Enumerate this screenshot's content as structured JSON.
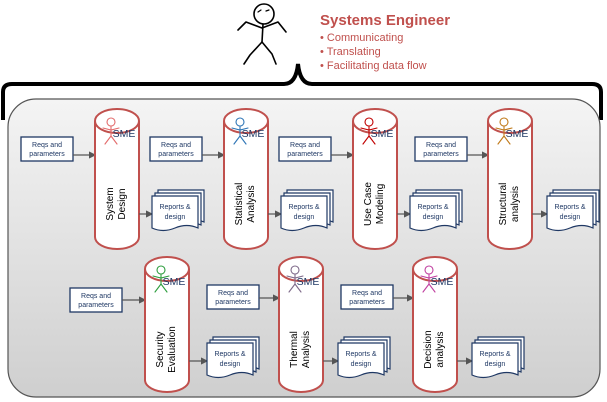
{
  "header": {
    "title": "Systems Engineer",
    "bullets": [
      "• Communicating",
      "• Translating",
      "• Facilitating data flow"
    ]
  },
  "colors": {
    "accent": "#c0504d",
    "box_border": "#1f3864",
    "panel_fill": "#d9d9d9"
  },
  "sme_label": "SME",
  "input_label": [
    "Reqs and",
    "parameters"
  ],
  "output_label": [
    "Reports &",
    "design"
  ],
  "stages": [
    {
      "name": [
        "System",
        "Design"
      ],
      "sme_color": "#e36c6c"
    },
    {
      "name": [
        "Statistical",
        "Analysis"
      ],
      "sme_color": "#2e75b6"
    },
    {
      "name": [
        "Use Case",
        "Modeling"
      ],
      "sme_color": "#c00000"
    },
    {
      "name": [
        "Structural",
        "analysis"
      ],
      "sme_color": "#c07a1a"
    },
    {
      "name": [
        "Security",
        "Evaluation"
      ],
      "sme_color": "#2e9e3e"
    },
    {
      "name": [
        "Thermal",
        "Analysis"
      ],
      "sme_color": "#7f6a8a"
    },
    {
      "name": [
        "Decision",
        "analysis"
      ],
      "sme_color": "#c040a0"
    }
  ]
}
